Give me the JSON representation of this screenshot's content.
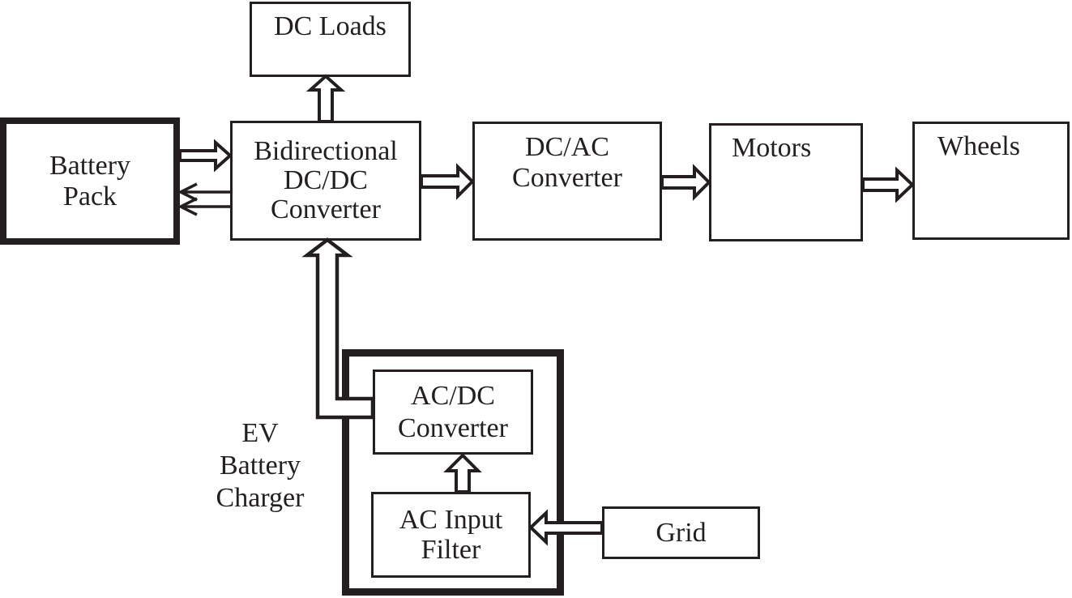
{
  "colors": {
    "ink": "#231f20",
    "paper": "#ffffff"
  },
  "nodes": {
    "dc_loads": {
      "label": "DC Loads"
    },
    "battery_pack": {
      "line1": "Battery",
      "line2": "Pack"
    },
    "bidirectional_dcdc": {
      "line1": "Bidirectional",
      "line2": "DC/DC",
      "line3": "Converter"
    },
    "dc_ac_converter": {
      "line1": "DC/AC",
      "line2": "Converter"
    },
    "motors": {
      "label": "Motors"
    },
    "wheels": {
      "label": "Wheels"
    },
    "ac_dc_converter": {
      "line1": "AC/DC",
      "line2": "Converter"
    },
    "ac_input_filter": {
      "line1": "AC Input",
      "line2": "Filter"
    },
    "grid": {
      "label": "Grid"
    },
    "charger_group": {
      "line1": "EV",
      "line2": "Battery",
      "line3": "Charger"
    }
  },
  "connections": [
    {
      "from": "Battery Pack",
      "to": "Bidirectional DC/DC Converter",
      "style": "hollow-block-arrow",
      "direction": "right"
    },
    {
      "from": "Bidirectional DC/DC Converter",
      "to": "Battery Pack",
      "style": "double-line-arrow",
      "direction": "left"
    },
    {
      "from": "Bidirectional DC/DC Converter",
      "to": "DC Loads",
      "style": "hollow-block-arrow",
      "direction": "up"
    },
    {
      "from": "Bidirectional DC/DC Converter",
      "to": "DC/AC Converter",
      "style": "hollow-block-arrow",
      "direction": "right"
    },
    {
      "from": "DC/AC Converter",
      "to": "Motors",
      "style": "hollow-block-arrow",
      "direction": "right"
    },
    {
      "from": "Motors",
      "to": "Wheels",
      "style": "hollow-block-arrow",
      "direction": "right"
    },
    {
      "from": "Grid",
      "to": "AC Input Filter",
      "style": "hollow-block-arrow",
      "direction": "left"
    },
    {
      "from": "AC Input Filter",
      "to": "AC/DC Converter",
      "style": "hollow-block-arrow",
      "direction": "up"
    },
    {
      "from": "AC/DC Converter",
      "to": "Bidirectional DC/DC Converter",
      "style": "hollow-block-arrow-elbow",
      "direction": "left-then-up"
    }
  ]
}
